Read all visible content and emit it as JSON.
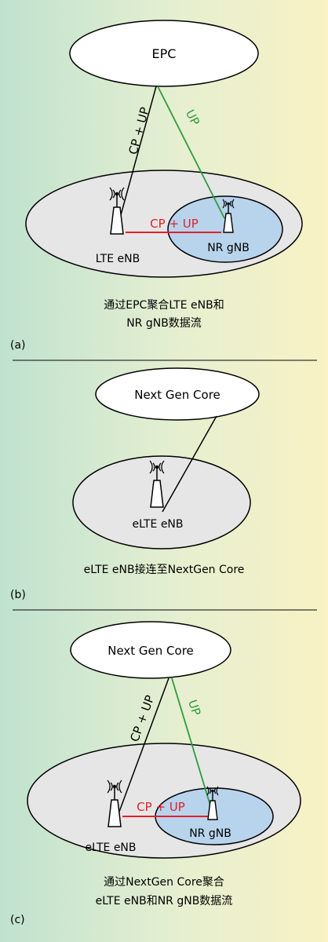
{
  "panel_a": {
    "core_label": "EPC",
    "link_core_enb": "CP + UP",
    "link_core_gnb": "UP",
    "link_enb_gnb": "CP + UP",
    "enb_label": "LTE eNB",
    "gnb_label": "NR gNB",
    "caption_line1": "通过EPC聚合LTE eNB和",
    "caption_line2": "NR gNB数据流",
    "tag": "(a)"
  },
  "panel_b": {
    "core_label": "Next Gen Core",
    "enb_label": "eLTE eNB",
    "caption_line1": "eLTE eNB接连至NextGen Core",
    "tag": "(b)"
  },
  "panel_c": {
    "core_label": "Next Gen Core",
    "link_core_enb": "CP + UP",
    "link_core_gnb": "UP",
    "link_enb_gnb": "CP + UP",
    "enb_label": "eLTE eNB",
    "gnb_label": "NR gNB",
    "caption_line1": "通过NextGen Core聚合",
    "caption_line2": "eLTE eNB和NR gNB数据流",
    "tag": "(c)"
  },
  "colors": {
    "cp_up_red": "#e0202a",
    "up_green": "#2e9b3e",
    "gnb_blue": "#b8d3ec",
    "area_gray": "#e6e6e6"
  }
}
